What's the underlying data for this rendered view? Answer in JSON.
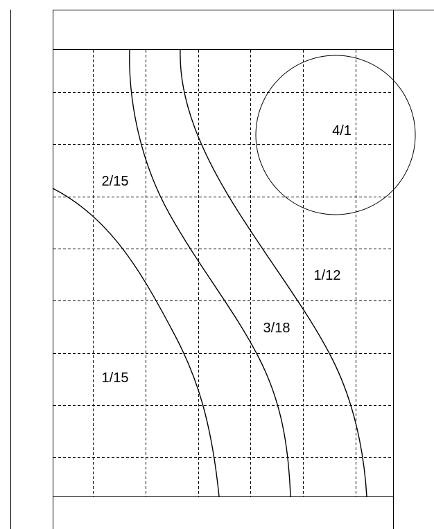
{
  "diagram": {
    "labels": {
      "circle": "4/1",
      "upper_left": "2/15",
      "lower_left": "1/15",
      "middle": "3/18",
      "right": "1/12"
    }
  }
}
